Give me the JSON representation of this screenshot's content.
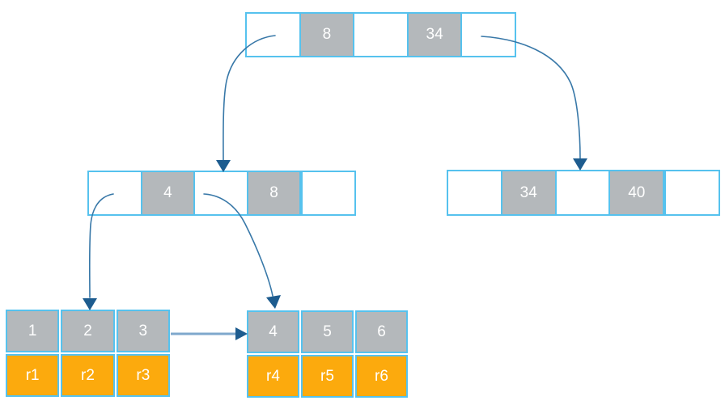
{
  "nodes": {
    "root": {
      "cells": [
        "",
        "8",
        "",
        "34",
        ""
      ]
    },
    "internal_left": {
      "cells": [
        "",
        "4",
        "",
        "8",
        ""
      ]
    },
    "internal_right": {
      "cells": [
        "",
        "34",
        "",
        "40",
        ""
      ]
    }
  },
  "leaves": {
    "left": {
      "keys": [
        "1",
        "2",
        "3"
      ],
      "records": [
        "r1",
        "r2",
        "r3"
      ]
    },
    "right": {
      "keys": [
        "4",
        "5",
        "6"
      ],
      "records": [
        "r4",
        "r5",
        "r6"
      ]
    }
  },
  "colors": {
    "node_border": "#56c2ee",
    "key_cell_fill": "#b4b8bb",
    "record_cell_fill": "#fcaa0d",
    "arrow_stroke": "#3878a8",
    "arrowhead_fill": "#1d5c8f",
    "sibling_link_stroke": "#7fa8cc",
    "cell_text": "#ffffff"
  }
}
